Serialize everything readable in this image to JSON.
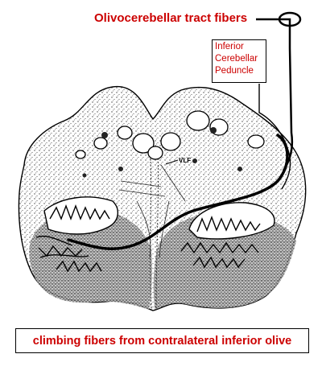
{
  "labels": {
    "tract_fibers": "Olivocerebellar tract fibers",
    "peduncle": [
      "Inferior",
      "Cerebellar",
      "Peduncle"
    ],
    "vlf": "VLF",
    "caption": "climbing fibers from contralateral inferior olive"
  },
  "colors": {
    "label_text": "#cc0000",
    "line": "#000000",
    "tissue_fill": "#d9d9d9",
    "tissue_dark": "#9a9a9a"
  }
}
